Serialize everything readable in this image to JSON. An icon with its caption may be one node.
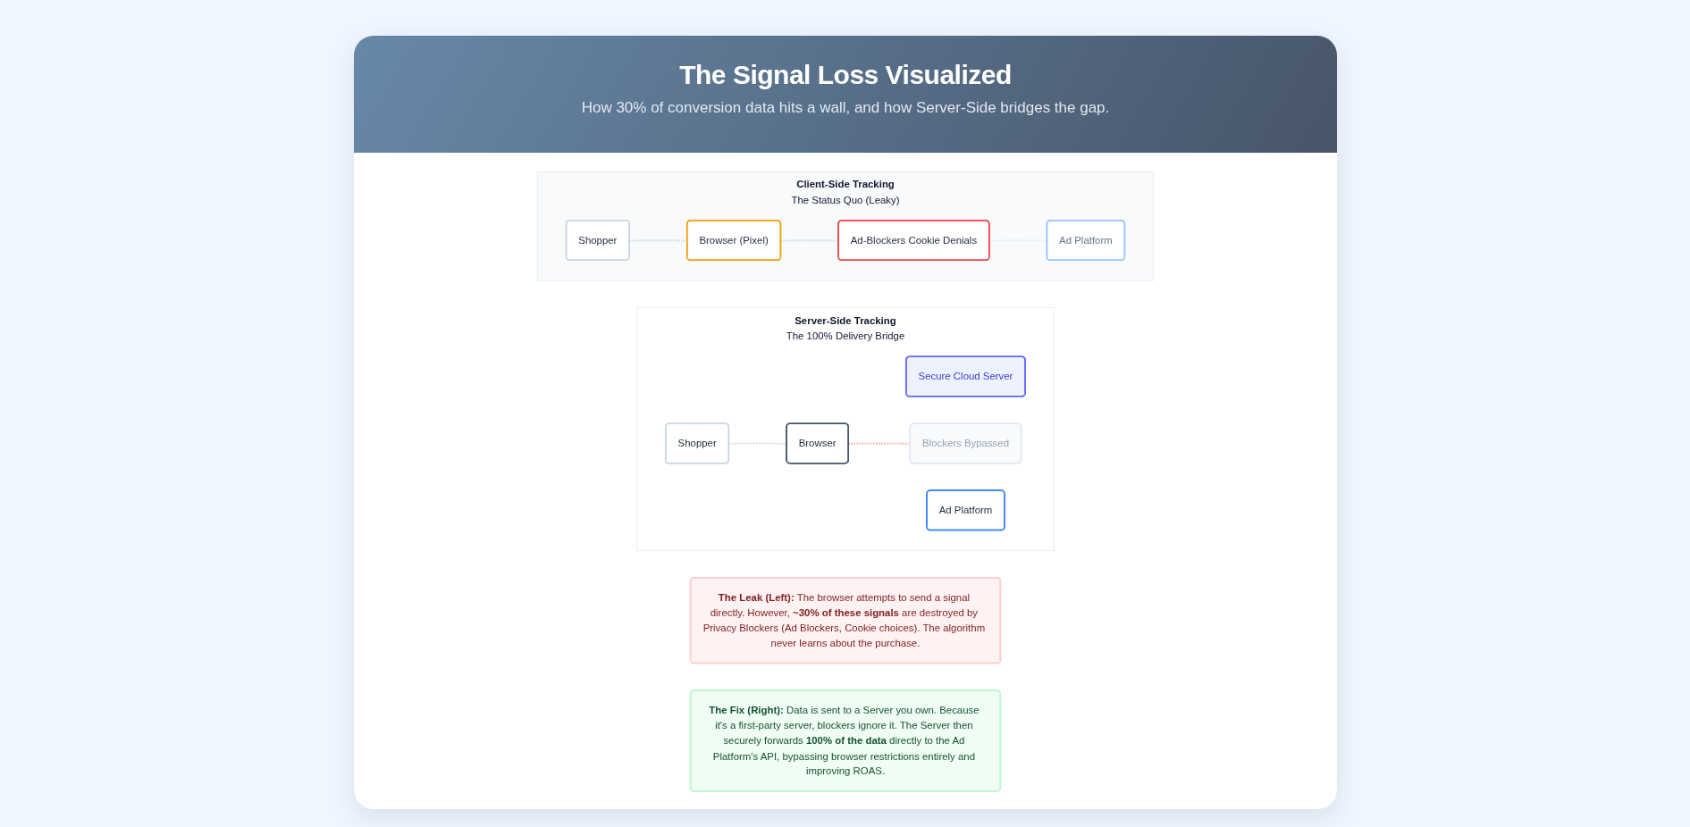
{
  "diagram": {
    "title": "The Signal Loss Visualized",
    "nodes": [
      {
        "text": [
          "Client-Side Tracking",
          "The Status Quo (Leaky)"
        ]
      },
      {
        "text": [
          "Shopper"
        ],
        "in": 0
      },
      {
        "text": [
          "Browser (Pixel)"
        ],
        "in": 0
      },
      {
        "text": [
          "Ad-Blockers Cookie Denials"
        ],
        "in": 0
      },
      {
        "text": [
          "Ad Platform"
        ],
        "in": 0
      },
      {
        "text": [
          "Server-Side Tracking",
          "The 100% Delivery Bridge"
        ]
      },
      {
        "text": [
          "Secure Cloud Server"
        ],
        "in": 5
      },
      {
        "text": [
          "Shopper"
        ],
        "in": 5
      },
      {
        "text": [
          "Browser"
        ],
        "in": 5
      },
      {
        "text": [
          "Blockers Bypassed"
        ],
        "in": 5
      },
      {
        "text": [
          "Ad Platform"
        ],
        "in": 5
      },
      {
        "text": [
          "**The Leak (Left):** The browser attempts to send a signal directly. However, **~30% of these signals** are destroyed by Privacy Blockers (Ad Blockers, Cookie choices). The algorithm never learns about the purchase."
        ]
      },
      {
        "text": [
          "**The Fix (Right):** Data is sent to a Server you own. Because it's a first-party server, blockers ignore it. The Server then securely forwards **100% of the data** directly to the Ad Platform's API, bypassing browser restrictions entirely and improving ROAS."
        ]
      }
    ],
    "edges": [
      {
        "from": 1,
        "to": 2,
        "arrow": "none",
        "style": "dashed"
      },
      {
        "from": 2,
        "to": 3,
        "arrow": "none",
        "style": "dashed"
      },
      {
        "from": 3,
        "to": 4,
        "arrow": "none",
        "style": "dashed",
        "color": "#e2e8f0"
      },
      {
        "from": 7,
        "to": 8,
        "arrow": "none",
        "style": "dashed"
      },
      {
        "from": 8,
        "to": 9,
        "arrow": "none",
        "style": "dashed",
        "color": "#fca5a5"
      }
    ],
    "labels": [
      "How 30% of conversion data hits a wall, and how Server-Side bridges the gap."
    ]
  }
}
